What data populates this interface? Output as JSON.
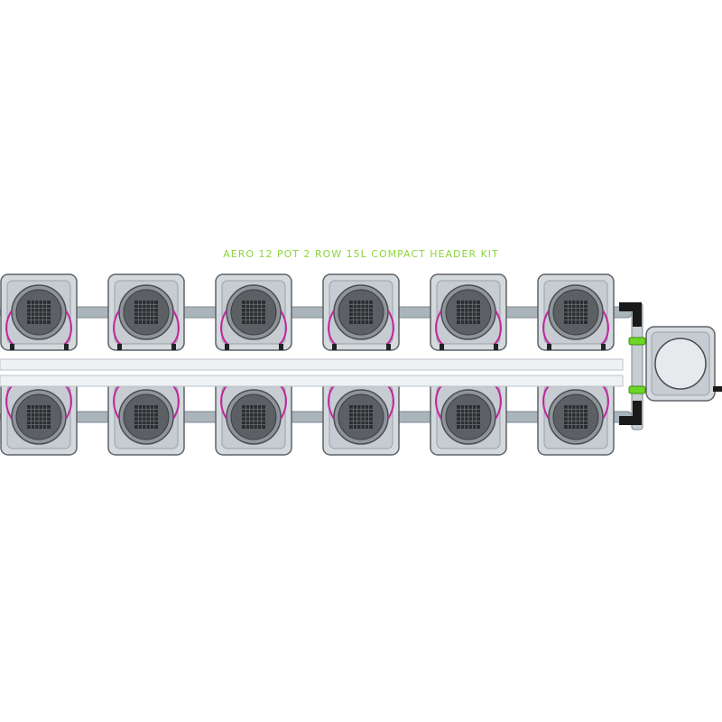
{
  "title": "AERO 12 POT 2 ROW 15L COMPACT HEADER KIT",
  "colors": {
    "title": "#8bd43a",
    "pot_body": "#d4d9dd",
    "pot_outline": "#5d6369",
    "lid": "#5c5f63",
    "net": "#2b2d30",
    "pipe": "#a9b4bb",
    "feed_line": "#eef2f4",
    "hose_loop": "#c0269d",
    "connector": "#6bd624",
    "black_pipe": "#1a1a1a"
  },
  "icons": {
    "pot": "aero-pot-module",
    "reservoir": "header-reservoir-tank",
    "connector": "green-push-fit-connector"
  },
  "layout": {
    "rows": 2,
    "pots_per_row": 6
  }
}
